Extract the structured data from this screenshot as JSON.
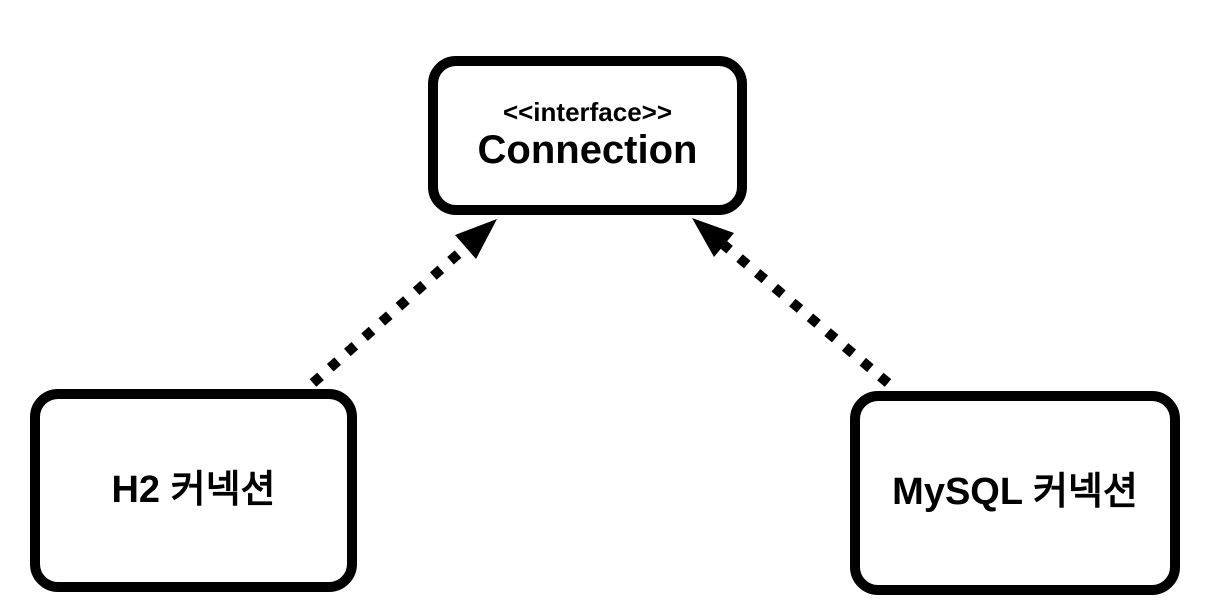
{
  "diagram": {
    "kind": "uml-class-diagram",
    "nodes": {
      "connection": {
        "stereotype": "<<interface>>",
        "label": "Connection"
      },
      "h2": {
        "label": "H2 커넥션"
      },
      "mysql": {
        "label": "MySQL 커넥션"
      }
    },
    "edges": [
      {
        "from": "h2",
        "to": "connection",
        "line": "dotted",
        "arrowhead": "solid-triangle"
      },
      {
        "from": "mysql",
        "to": "connection",
        "line": "dotted",
        "arrowhead": "solid-triangle"
      }
    ],
    "colors": {
      "stroke": "#000000",
      "fill": "#ffffff",
      "text": "#000000"
    }
  }
}
